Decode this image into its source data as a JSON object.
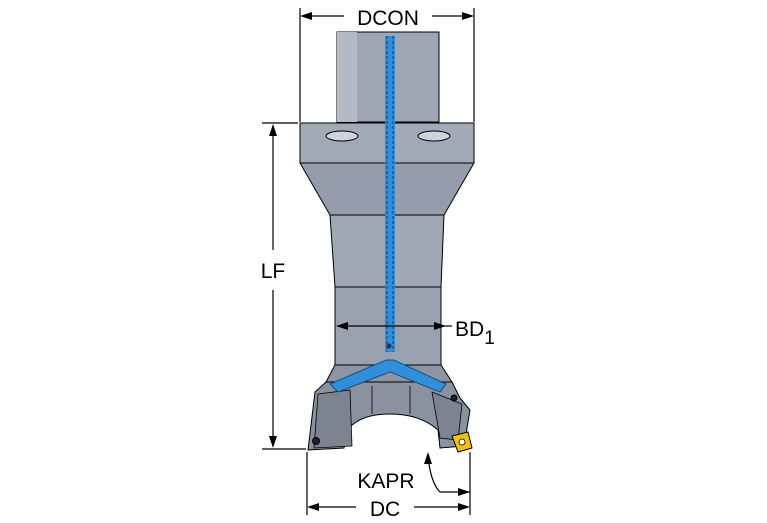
{
  "labels": {
    "dcon": "DCON",
    "lf": "LF",
    "bd": "BD",
    "bd_sub": "1",
    "kapr": "KAPR",
    "dc": "DC"
  },
  "colors": {
    "body": "#9ea5b3",
    "body_dark": "#7c8492",
    "body_light": "#b9bfca",
    "coolant": "#2f8fd8",
    "insert": "#f2c200",
    "line": "#000000"
  }
}
